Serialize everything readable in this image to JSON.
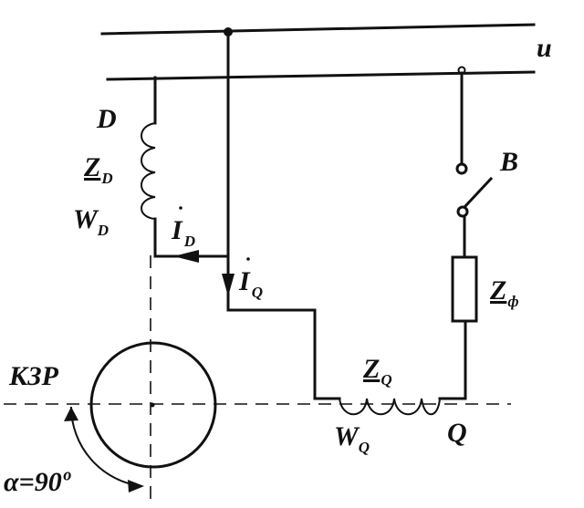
{
  "labels": {
    "line_u": "u",
    "coil_d_name": "D",
    "coil_d_impedance": "Z",
    "coil_d_impedance_sub": "D",
    "coil_d_winding": "W",
    "coil_d_winding_sub": "D",
    "current_d": "I",
    "current_d_sub": "D",
    "current_q": "I",
    "current_q_sub": "Q",
    "switch_b": "B",
    "filter_impedance": "Z",
    "filter_impedance_sub": "ф",
    "coil_q_impedance": "Z",
    "coil_q_impedance_sub": "Q",
    "coil_q_winding": "W",
    "coil_q_winding_sub": "Q",
    "coil_q_name": "Q",
    "rotor_name": "КЗР",
    "angle": "α=90º"
  }
}
